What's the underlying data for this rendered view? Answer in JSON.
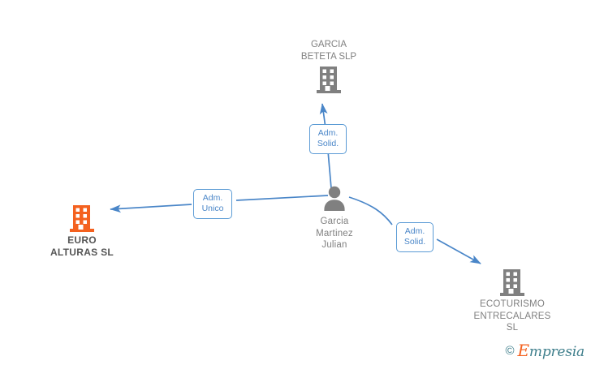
{
  "diagram": {
    "background": "#ffffff",
    "edge_color": "#4a86c8",
    "label_text_color": "#4a86c8",
    "label_border_color": "#5b9bd5",
    "company_icon_color": "#808080",
    "highlight_icon_color": "#f4611f",
    "person_icon_color": "#808080"
  },
  "nodes": {
    "garcia_beteta": {
      "label": "GARCIA\nBETETA SLP",
      "icon": "building-icon",
      "type": "company"
    },
    "euro_alturas": {
      "label": "EURO\nALTURAS  SL",
      "icon": "building-icon",
      "type": "company-highlighted"
    },
    "person": {
      "label": "Garcia\nMartinez\nJulian",
      "icon": "person-icon",
      "type": "person"
    },
    "ecoturismo": {
      "label": "ECOTURISMO\nENTRECALARES\nSL",
      "icon": "building-icon",
      "type": "company"
    }
  },
  "edge_labels": {
    "to_garcia_beteta": "Adm.\nSolid.",
    "to_euro_alturas": "Adm.\nUnico",
    "to_ecoturismo": "Adm.\nSolid."
  },
  "watermark": {
    "copyright": "©",
    "brand_cap": "E",
    "brand_rest": "mpresia"
  }
}
